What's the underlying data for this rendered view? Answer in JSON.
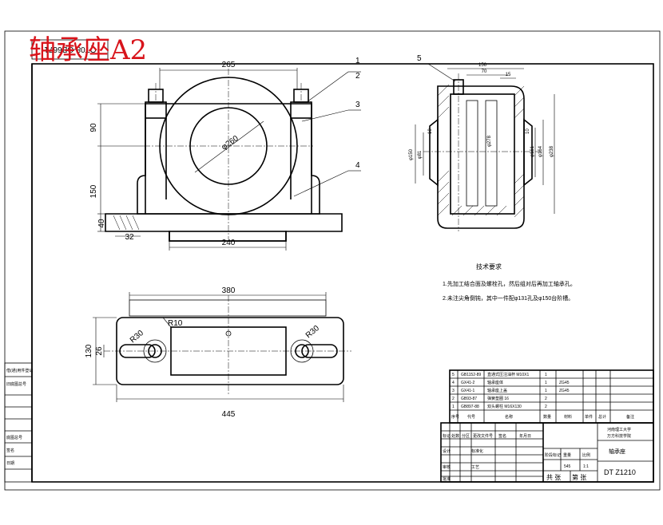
{
  "title_stamp": "轴承座A2",
  "inverted_code": "QT08-GB6671",
  "front_view": {
    "dims": {
      "width_top": "265",
      "h_upper": "90",
      "h_lower": "150",
      "h_base": "40",
      "base_offset": "32",
      "base_width": "240",
      "bore_dia": "φ260"
    },
    "balloons": [
      "1",
      "2",
      "3",
      "4"
    ]
  },
  "side_view": {
    "balloon": "5",
    "dims": {
      "w_total": "156",
      "w_a": "70",
      "w_b": "15",
      "d1": "10",
      "d2": "10",
      "d3": "φ150",
      "d4": "φ81",
      "d5": "φ278",
      "d6": "φ161",
      "d7": "φ164",
      "d8": "φ238"
    }
  },
  "top_view": {
    "dims": {
      "length_top": "380",
      "length_bottom": "445",
      "radius": "R10",
      "r_left": "R30",
      "r_right": "R30",
      "height": "130",
      "slot": "26"
    }
  },
  "technical_requirements": {
    "heading": "技术要求",
    "items": [
      "1.先加工结合面及螺栓孔，然后组对后再加工轴承孔。",
      "2.未注尖角倒钝，其中一件配φ131孔及φ150台阶槽。"
    ]
  },
  "parts_list": {
    "rows": [
      {
        "no": "5",
        "code": "GB1152-89",
        "name": "直通式压注油杯 M10X1",
        "qty": "1",
        "mat": "",
        "note": ""
      },
      {
        "no": "4",
        "code": "GX41-2",
        "name": "轴承座体",
        "qty": "1",
        "mat": "ZG45",
        "note": ""
      },
      {
        "no": "3",
        "code": "GX41-1",
        "name": "轴承座上盖",
        "qty": "1",
        "mat": "ZG45",
        "note": ""
      },
      {
        "no": "2",
        "code": "GB93-87",
        "name": "弹簧垫圈 16",
        "qty": "2",
        "mat": "",
        "note": ""
      },
      {
        "no": "1",
        "code": "GB897-88",
        "name": "双头螺柱 M16X130",
        "qty": "2",
        "mat": "",
        "note": ""
      }
    ],
    "header": [
      "序号",
      "代号",
      "名称",
      "数量",
      "材料",
      "单件",
      "总计",
      "备注"
    ]
  },
  "title_block": {
    "school": "河南理工大学",
    "dept": "万方科技学院",
    "drawing_name": "轴承座",
    "stage_label": "阶段标记",
    "weight_label": "重量",
    "scale_label": "比例",
    "scale_a": "545",
    "scale_b": "1:1",
    "sheet_total": "共 张",
    "sheet_no": "第 张",
    "drawing_no": "DT Z1210",
    "labels_left": [
      "标记",
      "处数",
      "分区",
      "更改文件号",
      "签名",
      "年月日",
      "设计",
      "标准化",
      "审核",
      "工艺",
      "批准"
    ]
  },
  "left_strip": [
    "借(通)用件登记",
    "旧底图总号",
    "底图总号",
    "签名",
    "日期"
  ]
}
